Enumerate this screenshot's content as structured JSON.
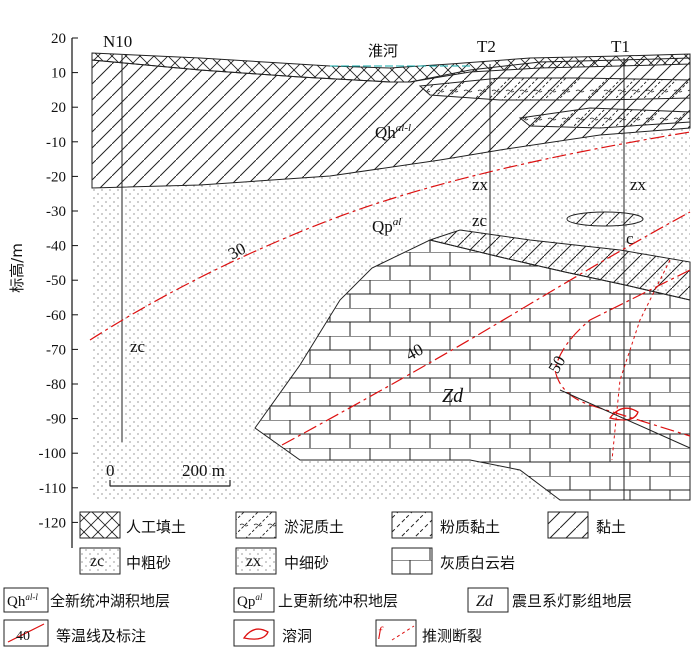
{
  "axis": {
    "ylabel": "标高/m",
    "ticks": [
      "20",
      "10",
      "20",
      "-10",
      "-20",
      "-30",
      "-40",
      "-50",
      "-60",
      "-70",
      "-80",
      "-90",
      "-100",
      "-110",
      "-120"
    ]
  },
  "wells": {
    "n10": "N10",
    "t2": "T2",
    "t1": "T1"
  },
  "river": "淮河",
  "units": {
    "qh_main": "Qh",
    "qh_sup": "al-l",
    "qp_main": "Qp",
    "qp_sup": "al",
    "zd": "Zd"
  },
  "rock_labels": {
    "zx_t2": "zx",
    "zx_t1": "zx",
    "zc_t2": "zc",
    "zc_n10": "zc",
    "c_t1": "c"
  },
  "isotherms": {
    "i30": "30",
    "i40": "40",
    "i50": "50"
  },
  "scale": {
    "zero": "0",
    "dist": "200 m"
  },
  "legend": {
    "fill": "人工填土",
    "silt_mud": "淤泥质土",
    "silty_clay": "粉质黏土",
    "clay": "黏土",
    "zc_code": "zc",
    "zc_text": "中粗砂",
    "zx_code": "zx",
    "zx_text": "中细砂",
    "dolomite": "灰质白云岩",
    "qh_code_main": "Qh",
    "qh_code_sup": "al-l",
    "qh_text": "全新统冲湖积地层",
    "qp_code_main": "Qp",
    "qp_code_sup": "al",
    "qp_text": "上更新统冲积地层",
    "zd_code": "Zd",
    "zd_text": "震旦系灯影组地层",
    "iso_code": "40",
    "iso_text": "等温线及标注",
    "cave_text": "溶洞",
    "fault_code": "f",
    "fault_text": "推测断裂"
  }
}
